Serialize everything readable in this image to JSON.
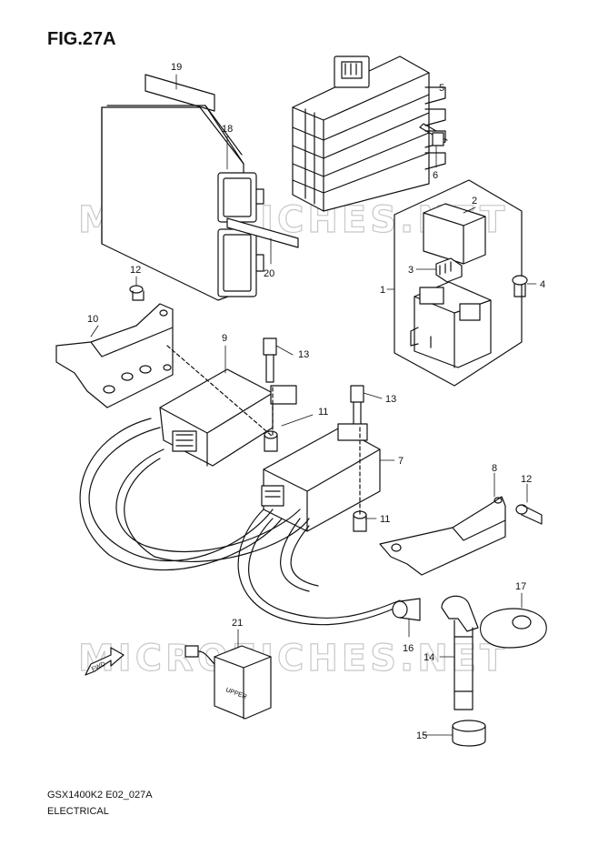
{
  "figure": {
    "title": "FIG.27A",
    "code": "GSX1400K2 E02_027A",
    "category": "ELECTRICAL"
  },
  "watermark": "MICROFICHES.NET",
  "direction_arrow_label": "FWD",
  "upper_label": "UPPER",
  "callouts": [
    "1",
    "2",
    "3",
    "4",
    "5",
    "6",
    "7",
    "8",
    "9",
    "10",
    "11",
    "11",
    "12",
    "12",
    "13",
    "13",
    "14",
    "15",
    "16",
    "17",
    "18",
    "19",
    "20",
    "21"
  ],
  "colors": {
    "line": "#111111",
    "watermark": "#c8c8c8",
    "background": "#ffffff"
  }
}
